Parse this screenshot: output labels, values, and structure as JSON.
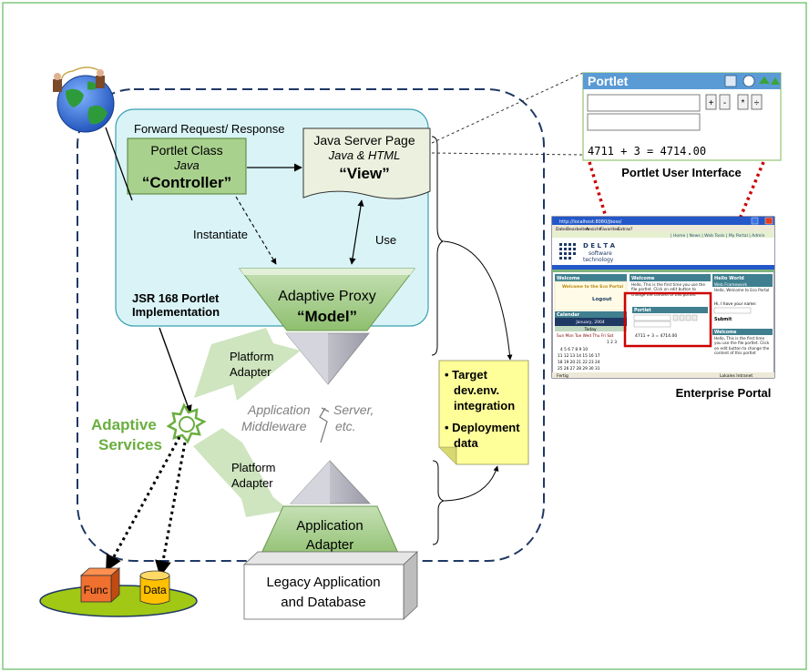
{
  "labels": {
    "forward_request": "Forward Request/ Response",
    "portlet_class": "Portlet Class",
    "portlet_java": "Java",
    "controller": "“Controller”",
    "jsp_title": "Java Server Page",
    "jsp_sub": "Java & HTML",
    "view": "“View”",
    "instantiate": "Instantiate",
    "use": "Use",
    "adaptive_proxy": "Adaptive Proxy",
    "model": "“Model”",
    "jsr_line1": "JSR 168 Portlet",
    "jsr_line2": "Implementation",
    "platform_adapter_top_1": "Platform",
    "platform_adapter_top_2": "Adapter",
    "app_server_1": "Application",
    "app_server_2": "Server,",
    "middleware_1": "Middleware",
    "middleware_2": "etc.",
    "platform_adapter_bot_1": "Platform",
    "platform_adapter_bot_2": "Adapter",
    "app_adapter_1": "Application",
    "app_adapter_2": "Adapter",
    "legacy_1": "Legacy Application",
    "legacy_2": "and Database",
    "adaptive_services_1": "Adaptive",
    "adaptive_services_2": "Services",
    "func": "Func",
    "data": "Data",
    "note_target_1": "• Target",
    "note_target_2": "dev.env.",
    "note_target_3": "integration",
    "note_deploy_1": "• Deployment",
    "note_deploy_2": "data",
    "portlet_ui_caption": "Portlet User Interface",
    "enterprise_portal_caption": "Enterprise Portal"
  },
  "portlet_ui": {
    "title": "Portlet",
    "btn_plus": "+",
    "btn_minus": "-",
    "btn_mul": "*",
    "btn_div": "÷",
    "result": "4711 + 3 = 4714.00"
  },
  "portal": {
    "address": "http://localhost:8080/jboss/",
    "menu_1": "Datei",
    "menu_2": "Bearbeiten",
    "menu_3": "Ansicht",
    "menu_4": "Favoriten",
    "menu_5": "Extras",
    "menu_6": "?",
    "nav": "| Home | News | Web Tools | My Portal | Admin",
    "logo_1": "D E L T A",
    "logo_2": "software",
    "logo_3": "technology",
    "w_welcome": "Welcome",
    "w_welcome_text": "Welcome to the Eco Portal",
    "w_logout": "Logout",
    "w_welcome2": "Welcome",
    "w_welcome2_text": "Hello, This is the first time you use the file portlet. Click on edit button to change the content of this portlet",
    "w_portlet": "Portlet",
    "w_portlet_result": "4711 + 3 = 4714.00",
    "w_calendar": "Calendar",
    "w_cal_month": "January, 2004",
    "w_cal_today": "Today",
    "w_cal_days": "Sun Mon Tue Wed Thu Fri Sat",
    "w_cal_r1": "1 2 3",
    "w_cal_r2": "4 5 6 7 8 9 10",
    "w_cal_r3": "11 12 13 14 15 16 17",
    "w_cal_r4": "18 19 20 21 22 23 24",
    "w_cal_r5": "25 26 27 28 29 30 31",
    "w_framework": "Web Framework",
    "w_framework_text": "Hello, Welcome to Eco Portal",
    "w_hello": "Hello World",
    "w_hello_text": "Hi, I have your name:",
    "w_submit": "Submit",
    "w_welcome3": "Welcome",
    "w_welcome3_text": "Hello, This is the first time you use the file portlet. Click on edit button to change the content of this portlet",
    "status_left": "Fertig",
    "status_right": "Lokales Intranet"
  },
  "colors": {
    "frame_border": "#7fc97f",
    "dashed_boundary": "#1f3864",
    "portlet_bg": "#d9f3f6",
    "green_box": "#a9d18e",
    "green_light": "#c5e0b4",
    "adaptive_green": "#6aae3f",
    "note_yellow": "#ffff99",
    "red_highlight": "#cc0000"
  }
}
